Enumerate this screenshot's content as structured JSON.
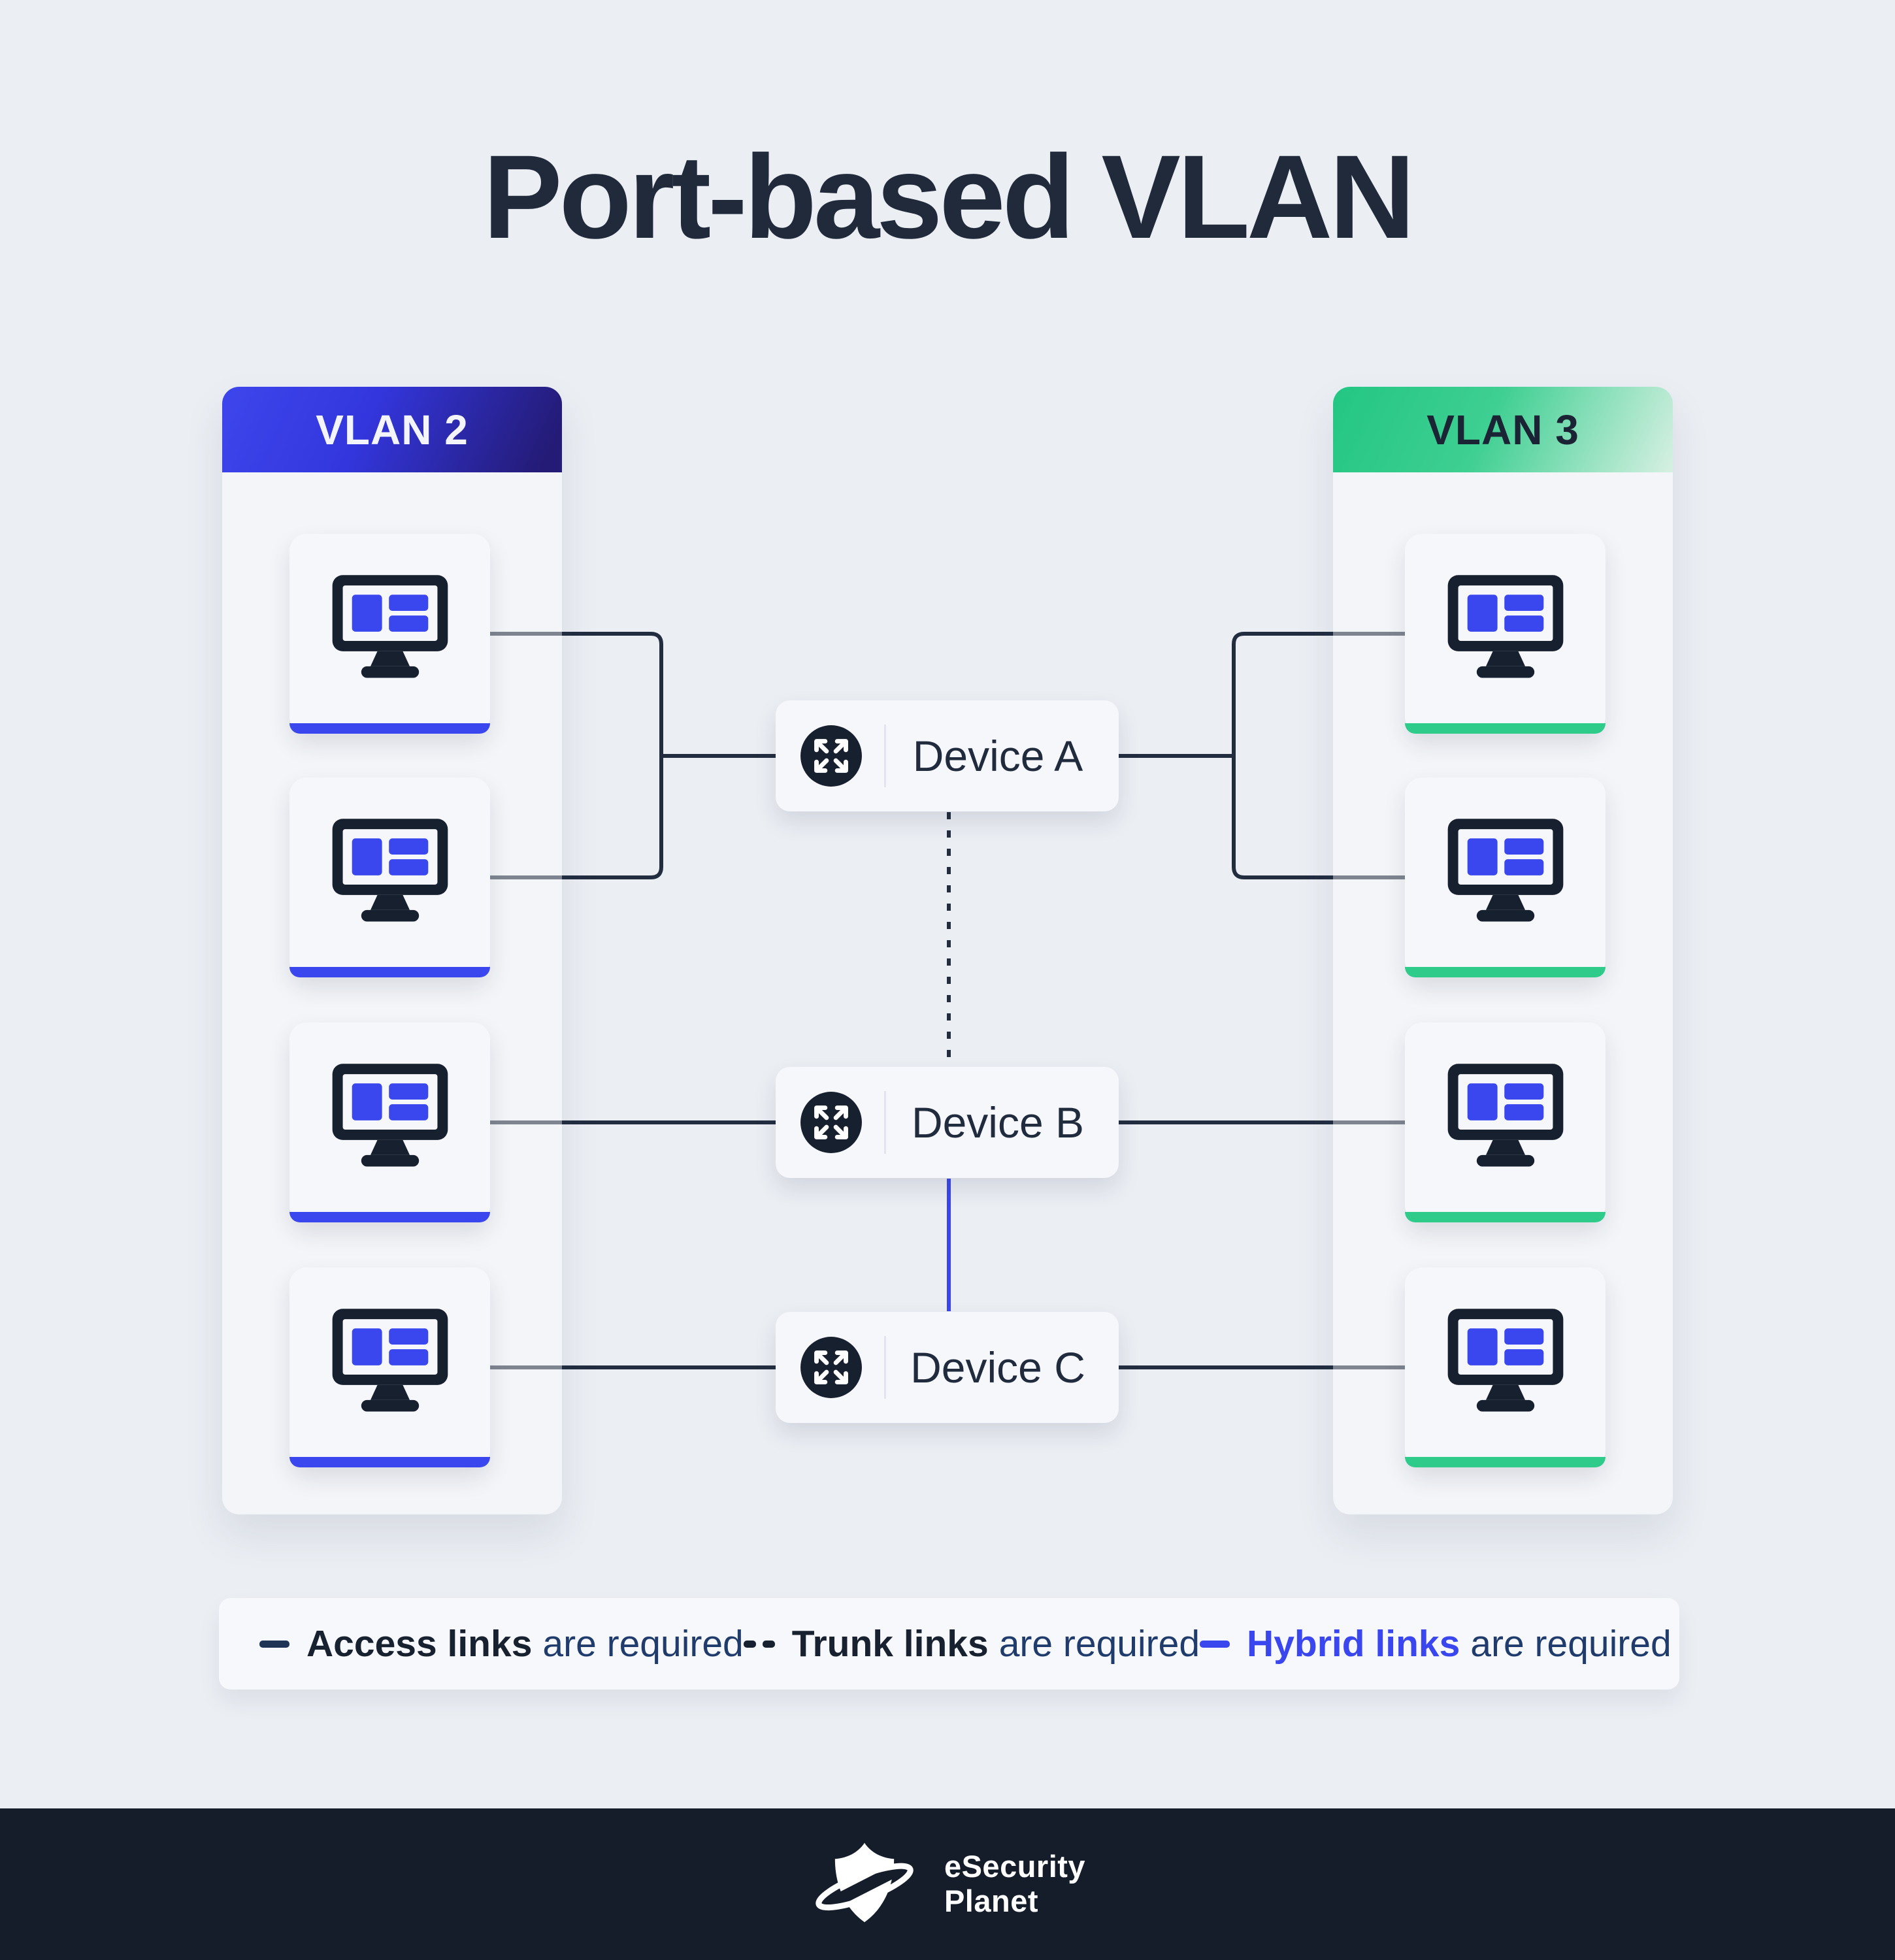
{
  "title": "Port-based VLAN",
  "vlans": {
    "left": {
      "label": "VLAN 2",
      "accent_color": "#3a47ef",
      "header_gradient": [
        "#3d46ec",
        "#241b76"
      ],
      "computer_count": 4
    },
    "right": {
      "label": "VLAN 3",
      "accent_color": "#2ecb8a",
      "header_gradient": [
        "#23c683",
        "#d7f0e2"
      ],
      "computer_count": 4
    }
  },
  "devices": [
    {
      "label": "Device A"
    },
    {
      "label": "Device B"
    },
    {
      "label": "Device C"
    }
  ],
  "links": {
    "access": {
      "style": "solid",
      "color": "#222d40"
    },
    "trunk": {
      "style": "dashed",
      "color": "#222d40"
    },
    "hybrid": {
      "style": "solid",
      "color": "#3a47ef"
    }
  },
  "legend": [
    {
      "marker": "solid-dark",
      "bold": "Access links",
      "rest": "are required"
    },
    {
      "marker": "dashed-dark",
      "bold": "Trunk links",
      "rest": "are required"
    },
    {
      "marker": "solid-blue",
      "bold": "Hybrid links",
      "rest": "are required"
    }
  ],
  "footer": {
    "brand_top": "eSecurity",
    "brand_bottom": "Planet"
  }
}
